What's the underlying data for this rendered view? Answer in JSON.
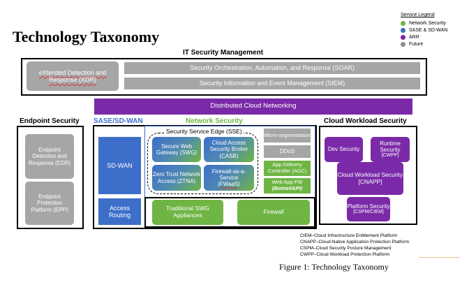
{
  "title": "Technology Taxonomy",
  "legend": {
    "title": "Service Legend",
    "items": [
      {
        "label": "Network Security",
        "color": "#6fb544"
      },
      {
        "label": "SASE & SD-WAN",
        "color": "#3d6ec9"
      },
      {
        "label": "ARR",
        "color": "#7a2aa8"
      },
      {
        "label": "Future",
        "color": "#8c8c8c"
      }
    ]
  },
  "it_security": {
    "heading": "IT Security Management",
    "xdr": "eXtended Detection and Response (XDR)",
    "soar": "Security Orchestration, Automation, and Response (SOAR)",
    "siem": "Security Information and Event Management (SIEM)"
  },
  "dcn": "Distributed Cloud Networking",
  "endpoint": {
    "heading": "Endpoint Security",
    "edr": "Endpoint Detection and Response (EDR)",
    "epp": "Endpoint Protection Platform (EPP)"
  },
  "sase": {
    "heading": "SASE/SD-WAN",
    "sdwan": "SD-WAN",
    "access_routing": "Access Routing"
  },
  "network": {
    "heading": "Network Security",
    "sse_heading": "Security Service Edge (SSE)",
    "swg": "Secure Web Gateway (SWG)",
    "casb": "Cloud Access Security Broker (CASB)",
    "ztna": "Zero Trust Network Access (ZTNA)",
    "fwaas_line1": "Firewall-as-a-Service",
    "fwaas_line2": "(FWaaS)",
    "microseg": "Micro-segmentation",
    "ddos": "DDoS",
    "adc": "App Delivery Controller (ADC)",
    "webapp_line1": "Web App FW",
    "webapp_line2": "(Botnet/API)",
    "traditional_swg": "Traditional SWG Appliances",
    "firewall": "Firewall"
  },
  "cloud": {
    "heading": "Cloud Workload Security",
    "dev": "Dev Security",
    "runtime_line1": "Runtime Security",
    "runtime_line2": "[CWPP]",
    "cnapp_line1": "Cloud Workload Security",
    "cnapp_line2": "[CNAPP]",
    "platform_line1": "Platform Security",
    "platform_line2": "[CSPM/CIEM]"
  },
  "footnotes": [
    "CIEM–Cloud Infrastructure Entitlement Platform",
    "CNAPP–Cloud-Native Application Protection Platform",
    "CSPM–Cloud Security Posture Management",
    "CWPP–Cloud Workload Protection Platform"
  ],
  "caption": "Figure 1: Technology Taxonomy"
}
